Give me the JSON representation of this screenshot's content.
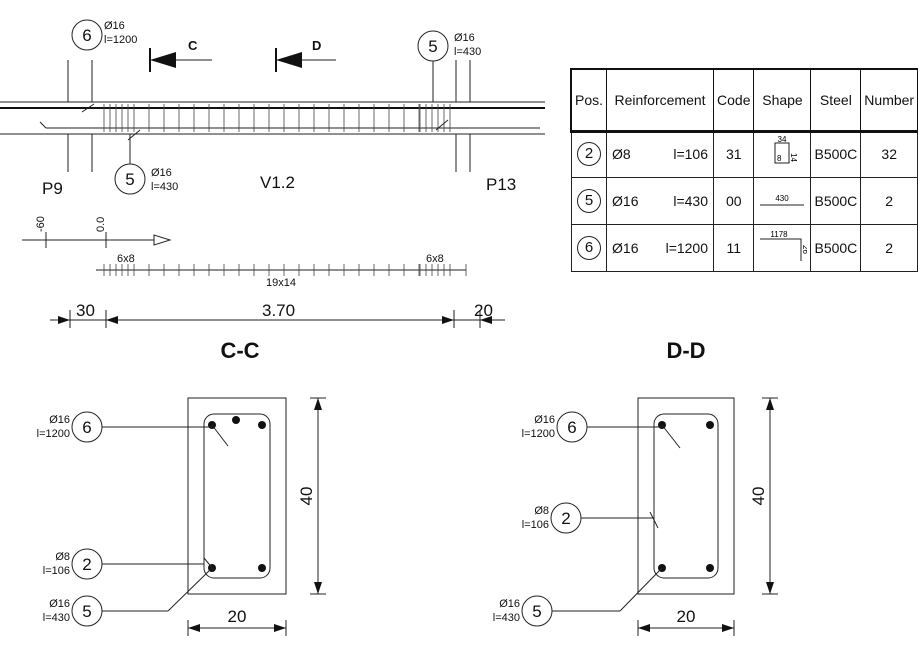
{
  "elevation": {
    "beam_label": "V1.2",
    "left_column": "P9",
    "right_column": "P13",
    "sections": [
      {
        "label": "C"
      },
      {
        "label": "D"
      }
    ],
    "callouts": [
      {
        "pos": "6",
        "dia": "Ø16",
        "len": "l=1200"
      },
      {
        "pos": "5",
        "dia": "Ø16",
        "len": "l=430"
      },
      {
        "pos": "5",
        "dia": "Ø16",
        "len": "l=430"
      }
    ],
    "levels": [
      "-60",
      "0.0"
    ],
    "stirrup_groups": {
      "left": "6x8",
      "middle": "19x14",
      "right": "6x8"
    },
    "dimensions": {
      "left": "30",
      "span": "3.70",
      "right": "20"
    }
  },
  "schedule": {
    "headers": [
      "Pos.",
      "Reinforcement",
      "Code",
      "Shape",
      "Steel",
      "Number"
    ],
    "rows": [
      {
        "pos": "2",
        "dia": "Ø8",
        "len": "l=106",
        "code": "31",
        "shape_dims": [
          "34",
          "14",
          "8"
        ],
        "steel": "B500C",
        "number": "32"
      },
      {
        "pos": "5",
        "dia": "Ø16",
        "len": "l=430",
        "code": "00",
        "shape_dims": [
          "430"
        ],
        "steel": "B500C",
        "number": "2"
      },
      {
        "pos": "6",
        "dia": "Ø16",
        "len": "l=1200",
        "code": "11",
        "shape_dims": [
          "1178",
          "26"
        ],
        "steel": "B500C",
        "number": "2"
      }
    ]
  },
  "section_cc": {
    "title": "C-C",
    "width": "20",
    "height": "40",
    "callouts": [
      {
        "pos": "6",
        "dia": "Ø16",
        "len": "l=1200"
      },
      {
        "pos": "2",
        "dia": "Ø8",
        "len": "l=106"
      },
      {
        "pos": "5",
        "dia": "Ø16",
        "len": "l=430"
      }
    ]
  },
  "section_dd": {
    "title": "D-D",
    "width": "20",
    "height": "40",
    "callouts": [
      {
        "pos": "6",
        "dia": "Ø16",
        "len": "l=1200"
      },
      {
        "pos": "2",
        "dia": "Ø8",
        "len": "l=106"
      },
      {
        "pos": "5",
        "dia": "Ø16",
        "len": "l=430"
      }
    ]
  }
}
